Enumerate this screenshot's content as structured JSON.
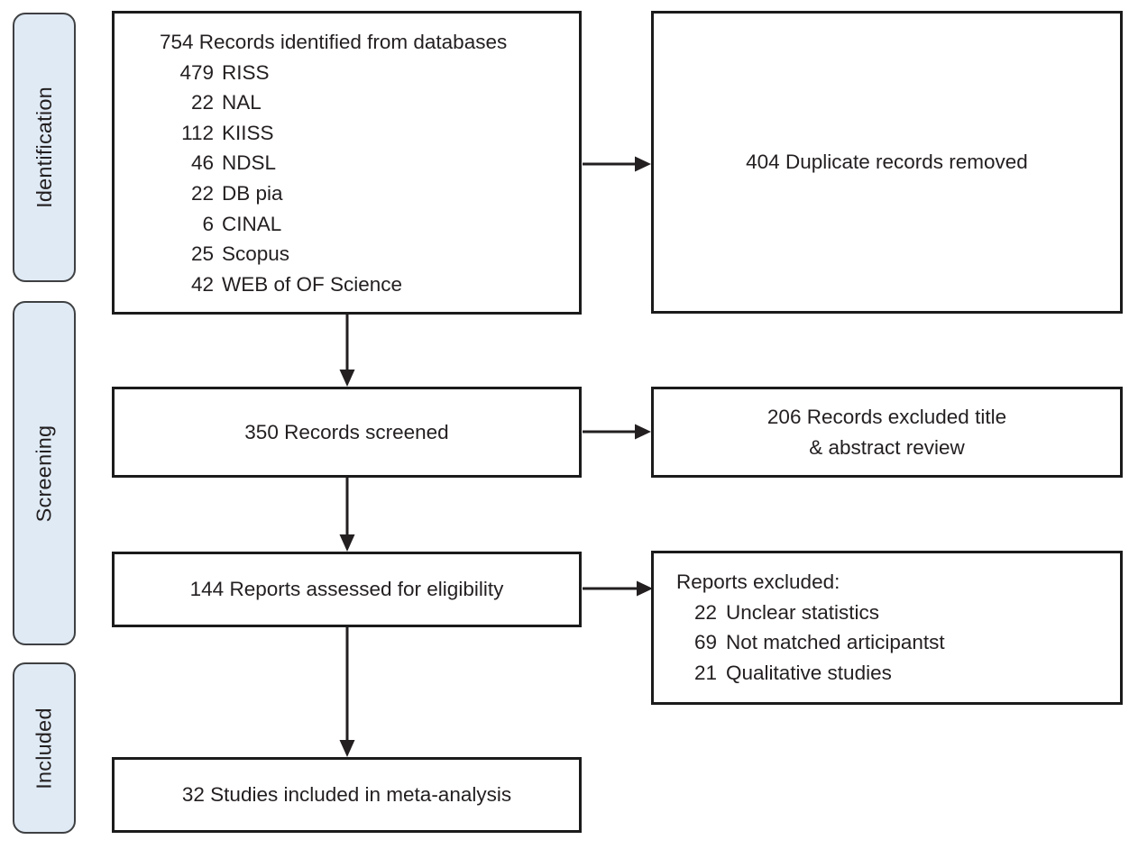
{
  "stages": [
    {
      "label": "Identification"
    },
    {
      "label": "Screening"
    },
    {
      "label": "Included"
    }
  ],
  "boxes": {
    "identified": {
      "title": "754 Records identified from databases",
      "items": [
        {
          "count": "479",
          "source": "RISS"
        },
        {
          "count": "22",
          "source": "NAL"
        },
        {
          "count": "112",
          "source": "KIISS"
        },
        {
          "count": "46",
          "source": "NDSL"
        },
        {
          "count": "22",
          "source": "DB pia"
        },
        {
          "count": "6",
          "source": "CINAL"
        },
        {
          "count": "25",
          "source": "Scopus"
        },
        {
          "count": "42",
          "source": "WEB of OF Science"
        }
      ]
    },
    "duplicates_removed": {
      "text": "404 Duplicate records removed"
    },
    "screened": {
      "text": "350 Records screened"
    },
    "excluded_title_abstract": {
      "line1": "206 Records excluded title",
      "line2": "& abstract review"
    },
    "assessed": {
      "text": "144 Reports assessed for eligibility"
    },
    "reports_excluded": {
      "title": "Reports excluded:",
      "items": [
        {
          "count": "22",
          "reason": "Unclear statistics"
        },
        {
          "count": "69",
          "reason": "Not matched articipantst"
        },
        {
          "count": "21",
          "reason": "Qualitative studies"
        }
      ]
    },
    "included_meta_analysis": {
      "text": "32 Studies included in meta-analysis"
    }
  },
  "colors": {
    "stage_fill": "#dfeaf5",
    "stage_border": "#3f4042",
    "box_border": "#1b1b1b",
    "arrow": "#231f20",
    "text": "#231f20",
    "background": "#ffffff"
  }
}
